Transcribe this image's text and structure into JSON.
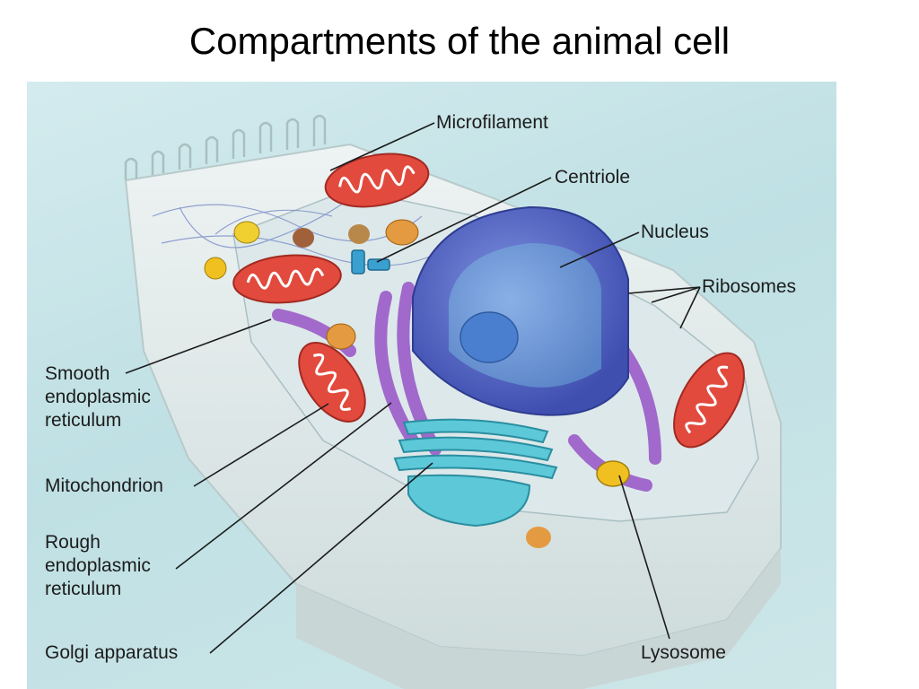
{
  "title": "Compartments of the animal cell",
  "labels": {
    "microfilament": "Microfilament",
    "centriole": "Centriole",
    "nucleus": "Nucleus",
    "ribosomes": "Ribosomes",
    "smooth_er": [
      "Smooth",
      "endoplasmic",
      "reticulum"
    ],
    "mitochondrion": "Mitochondrion",
    "rough_er": [
      "Rough",
      "endoplasmic",
      "reticulum"
    ],
    "golgi": "Golgi apparatus",
    "lysosome": "Lysosome"
  },
  "colors": {
    "background": "#ffffff",
    "illustration_bg": "#cce7ea",
    "cell_membrane": "#e8f0f0",
    "nucleus": "#5a6fd0",
    "nucleolus": "#4a7fd0",
    "mitochondrion": "#e24a3e",
    "rough_er": "#9a5cc8",
    "golgi": "#5cc8d8",
    "lysosome": "#f0c020",
    "vesicle": "#e39a40",
    "leader_line": "#1c1c1c"
  }
}
